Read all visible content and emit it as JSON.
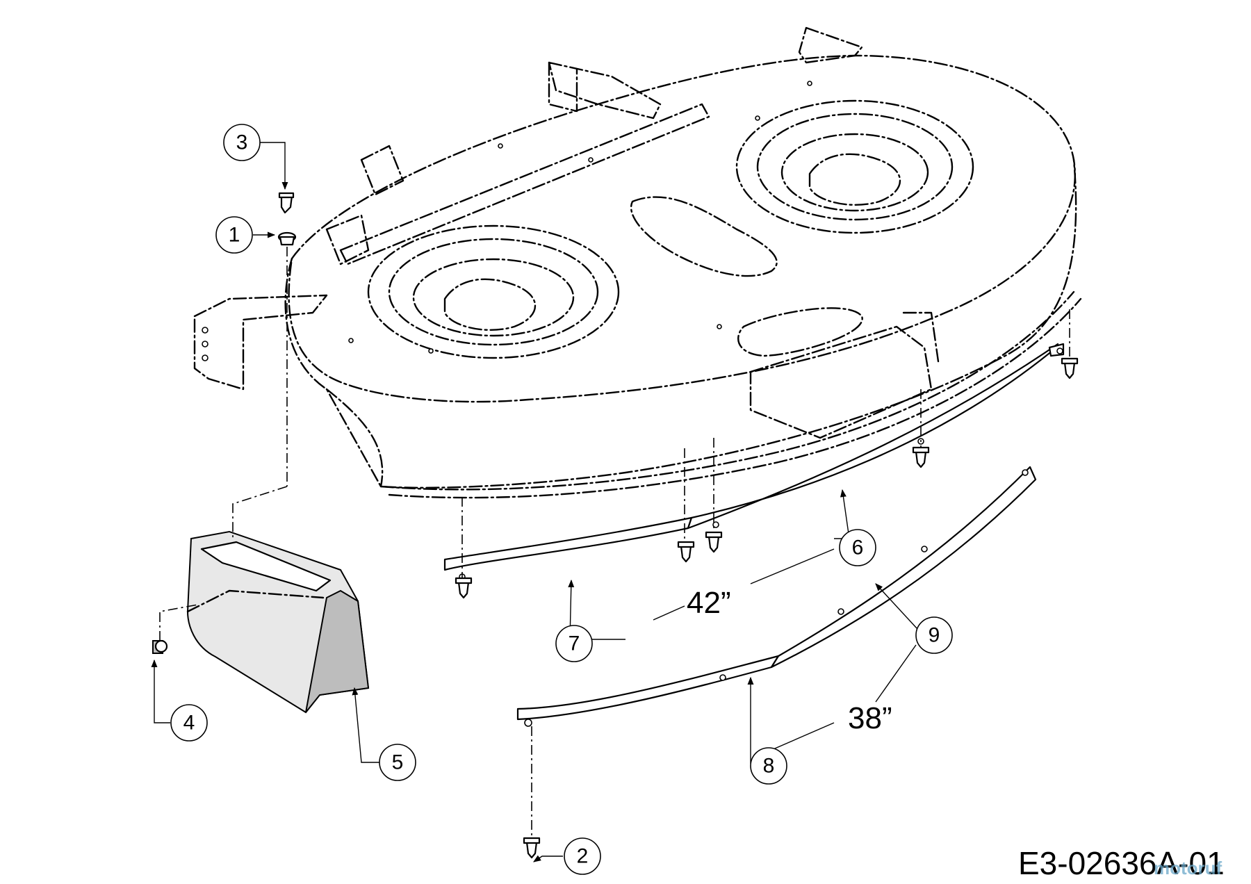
{
  "callouts": [
    {
      "number": "1"
    },
    {
      "number": "2"
    },
    {
      "number": "3"
    },
    {
      "number": "4"
    },
    {
      "number": "5"
    },
    {
      "number": "6"
    },
    {
      "number": "7"
    },
    {
      "number": "8"
    },
    {
      "number": "9"
    }
  ],
  "size_labels": {
    "deck_42": "42”",
    "deck_38": "38”"
  },
  "drawing_number": "E3-02636A-01",
  "watermark": "motoruf",
  "colors": {
    "line": "#000000",
    "background": "#ffffff",
    "watermark": "#6aa7c9"
  }
}
